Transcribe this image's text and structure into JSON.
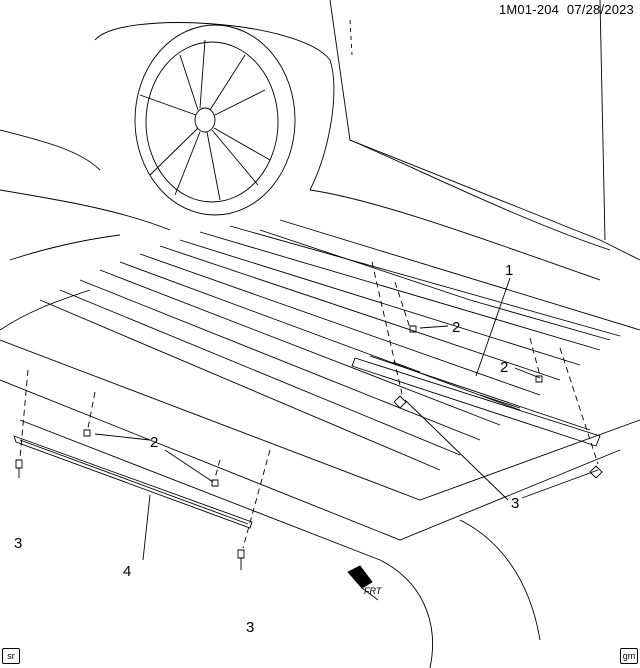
{
  "header": {
    "diagram_id": "1M01-204",
    "date": "07/28/2023"
  },
  "callouts": {
    "c1": "1",
    "c2a": "2",
    "c2b": "2",
    "c2c": "2",
    "c3a": "3",
    "c3b": "3",
    "c3c": "3",
    "c4": "4"
  },
  "front_arrow_label": "FRT",
  "tags": {
    "left": "sr",
    "right": "gm"
  }
}
